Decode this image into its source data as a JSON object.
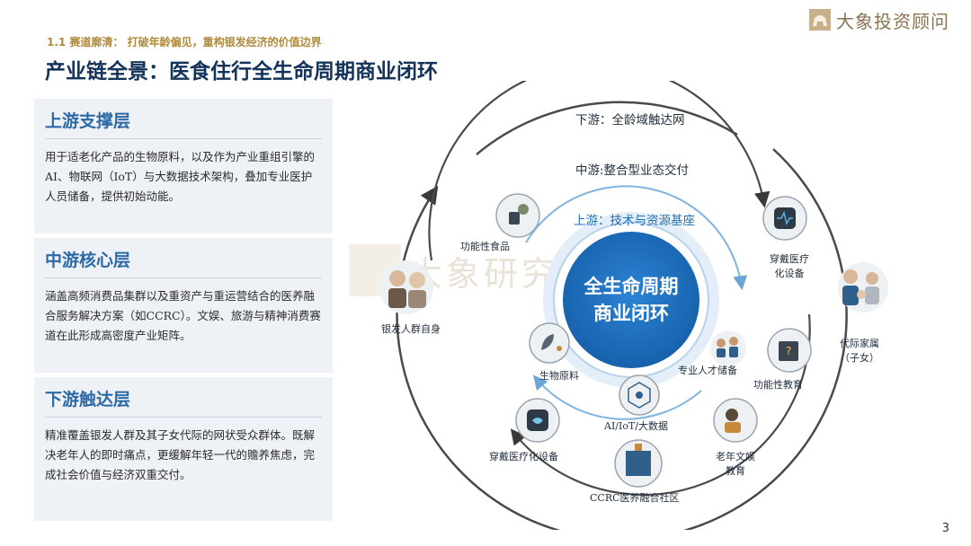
{
  "brand": {
    "name": "大象投资顾问"
  },
  "header": {
    "subtitle": "1.1 赛道廓清： 打破年龄偏见，重构银发经济的价值边界",
    "title": "产业链全景：医食住行全生命周期商业闭环"
  },
  "panels": {
    "upstream": {
      "title": "上游支撑层",
      "body": "用于适老化产品的生物原料，以及作为产业重组引擎的AI、物联网（IoT）与大数据技术架构，叠加专业医护人员储备，提供初始动能。"
    },
    "midstream": {
      "title": "中游核心层",
      "body": "涵盖高频消费品集群以及重资产与重运营结合的医养融合服务解决方案（如CCRC）。文娱、旅游与精神消费赛道在此形成高密度产业矩阵。"
    },
    "downstream": {
      "title": "下游触达层",
      "body": "精准覆盖银发人群及其子女代际的网状受众群体。既解决老年人的即时痛点，更缓解年轻一代的赡养焦虑，完成社会价值与经济双重交付。"
    }
  },
  "diagram": {
    "center": {
      "line1": "全生命周期",
      "line2": "商业闭环"
    },
    "rings": {
      "outer": "下游：全龄域触达网",
      "middle": "中游:整合型业态交付",
      "inner": "上游：技术与资源基座"
    },
    "nodes": {
      "functional_food": "功能性食品",
      "wearable_top": "穿戴医疗\n化设备",
      "silver_group": "银发人群自身",
      "family": "代际家属\n（子女）",
      "bio_material": "生物原料",
      "professional": "专业人才储备",
      "ai_iot": "AI/IoT/大数据",
      "functional_edu": "功能性教育",
      "wearable_bottom": "穿戴医疗化设备",
      "senior_edu": "老年文娱\n教育",
      "ccrc": "CCRC医养融合社区"
    },
    "watermark": "大象研究院"
  },
  "page": {
    "number": "3"
  },
  "colors": {
    "title": "#14335a",
    "accent_gold": "#b08a3c",
    "accent_blue": "#1f6fb5",
    "center_blue": "#1e6fc4",
    "panel_bg": "#eef2f6"
  }
}
